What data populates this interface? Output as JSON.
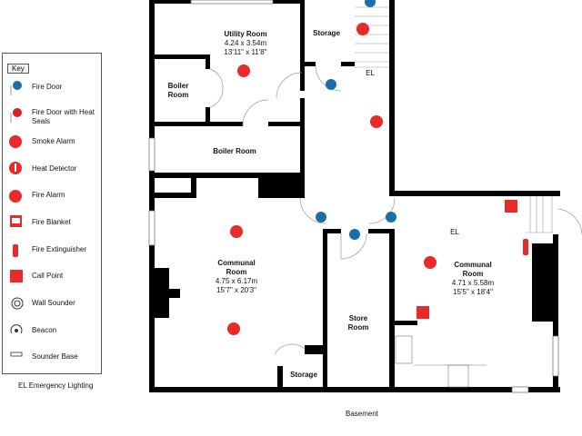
{
  "key": {
    "title": "Key",
    "items": [
      {
        "icon": "fire-door-icon",
        "label": "Fire Door",
        "color": "#1a6fa8"
      },
      {
        "icon": "fire-door-heat-seals-icon",
        "label": "Fire Door with Heat Seals",
        "color": "#e02020"
      },
      {
        "icon": "smoke-alarm-icon",
        "label": "Smoke Alarm",
        "color": "#e82a2a"
      },
      {
        "icon": "heat-detector-icon",
        "label": "Heat Detector",
        "color": "#e82a2a"
      },
      {
        "icon": "fire-alarm-icon",
        "label": "Fire Alarm",
        "color": "#e82a2a"
      },
      {
        "icon": "fire-blanket-icon",
        "label": "Fire Blanket",
        "color": "#e82a2a"
      },
      {
        "icon": "fire-extinguisher-icon",
        "label": "Fire Extinguisher",
        "color": "#e82a2a"
      },
      {
        "icon": "call-point-icon",
        "label": "Call Point",
        "color": "#e82a2a"
      },
      {
        "icon": "wall-sounder-icon",
        "label": "Wall Sounder",
        "color": "#333333"
      },
      {
        "icon": "beacon-icon",
        "label": "Beacon",
        "color": "#333333"
      },
      {
        "icon": "sounder-base-icon",
        "label": "Sounder Base",
        "color": "#555555"
      }
    ],
    "el_note": "EL Emergency Lighting"
  },
  "rooms": {
    "utility": {
      "name": "Utility Room",
      "metric": "4.24 x 3.54m",
      "imperial": "13'11\" x 11'8\""
    },
    "storage_top": {
      "name": "Storage"
    },
    "boiler_small": {
      "name": "Boiler Room"
    },
    "boiler_large": {
      "name": "Boiler Room"
    },
    "communal_left": {
      "name": "Communal Room",
      "metric": "4.75 x 6.17m",
      "imperial": "15'7\" x 20'3\""
    },
    "store_room": {
      "name": "Store Room"
    },
    "storage_bottom": {
      "name": "Storage"
    },
    "communal_right": {
      "name": "Communal Room",
      "metric": "4.71 x 5.58m",
      "imperial": "15'5\" x 18'4\""
    }
  },
  "el_labels": [
    "EL",
    "EL"
  ],
  "floor_label": "Basement",
  "colors": {
    "wall": "#000000",
    "fire_door": "#1a6fa8",
    "alarm": "#e82a2a"
  }
}
